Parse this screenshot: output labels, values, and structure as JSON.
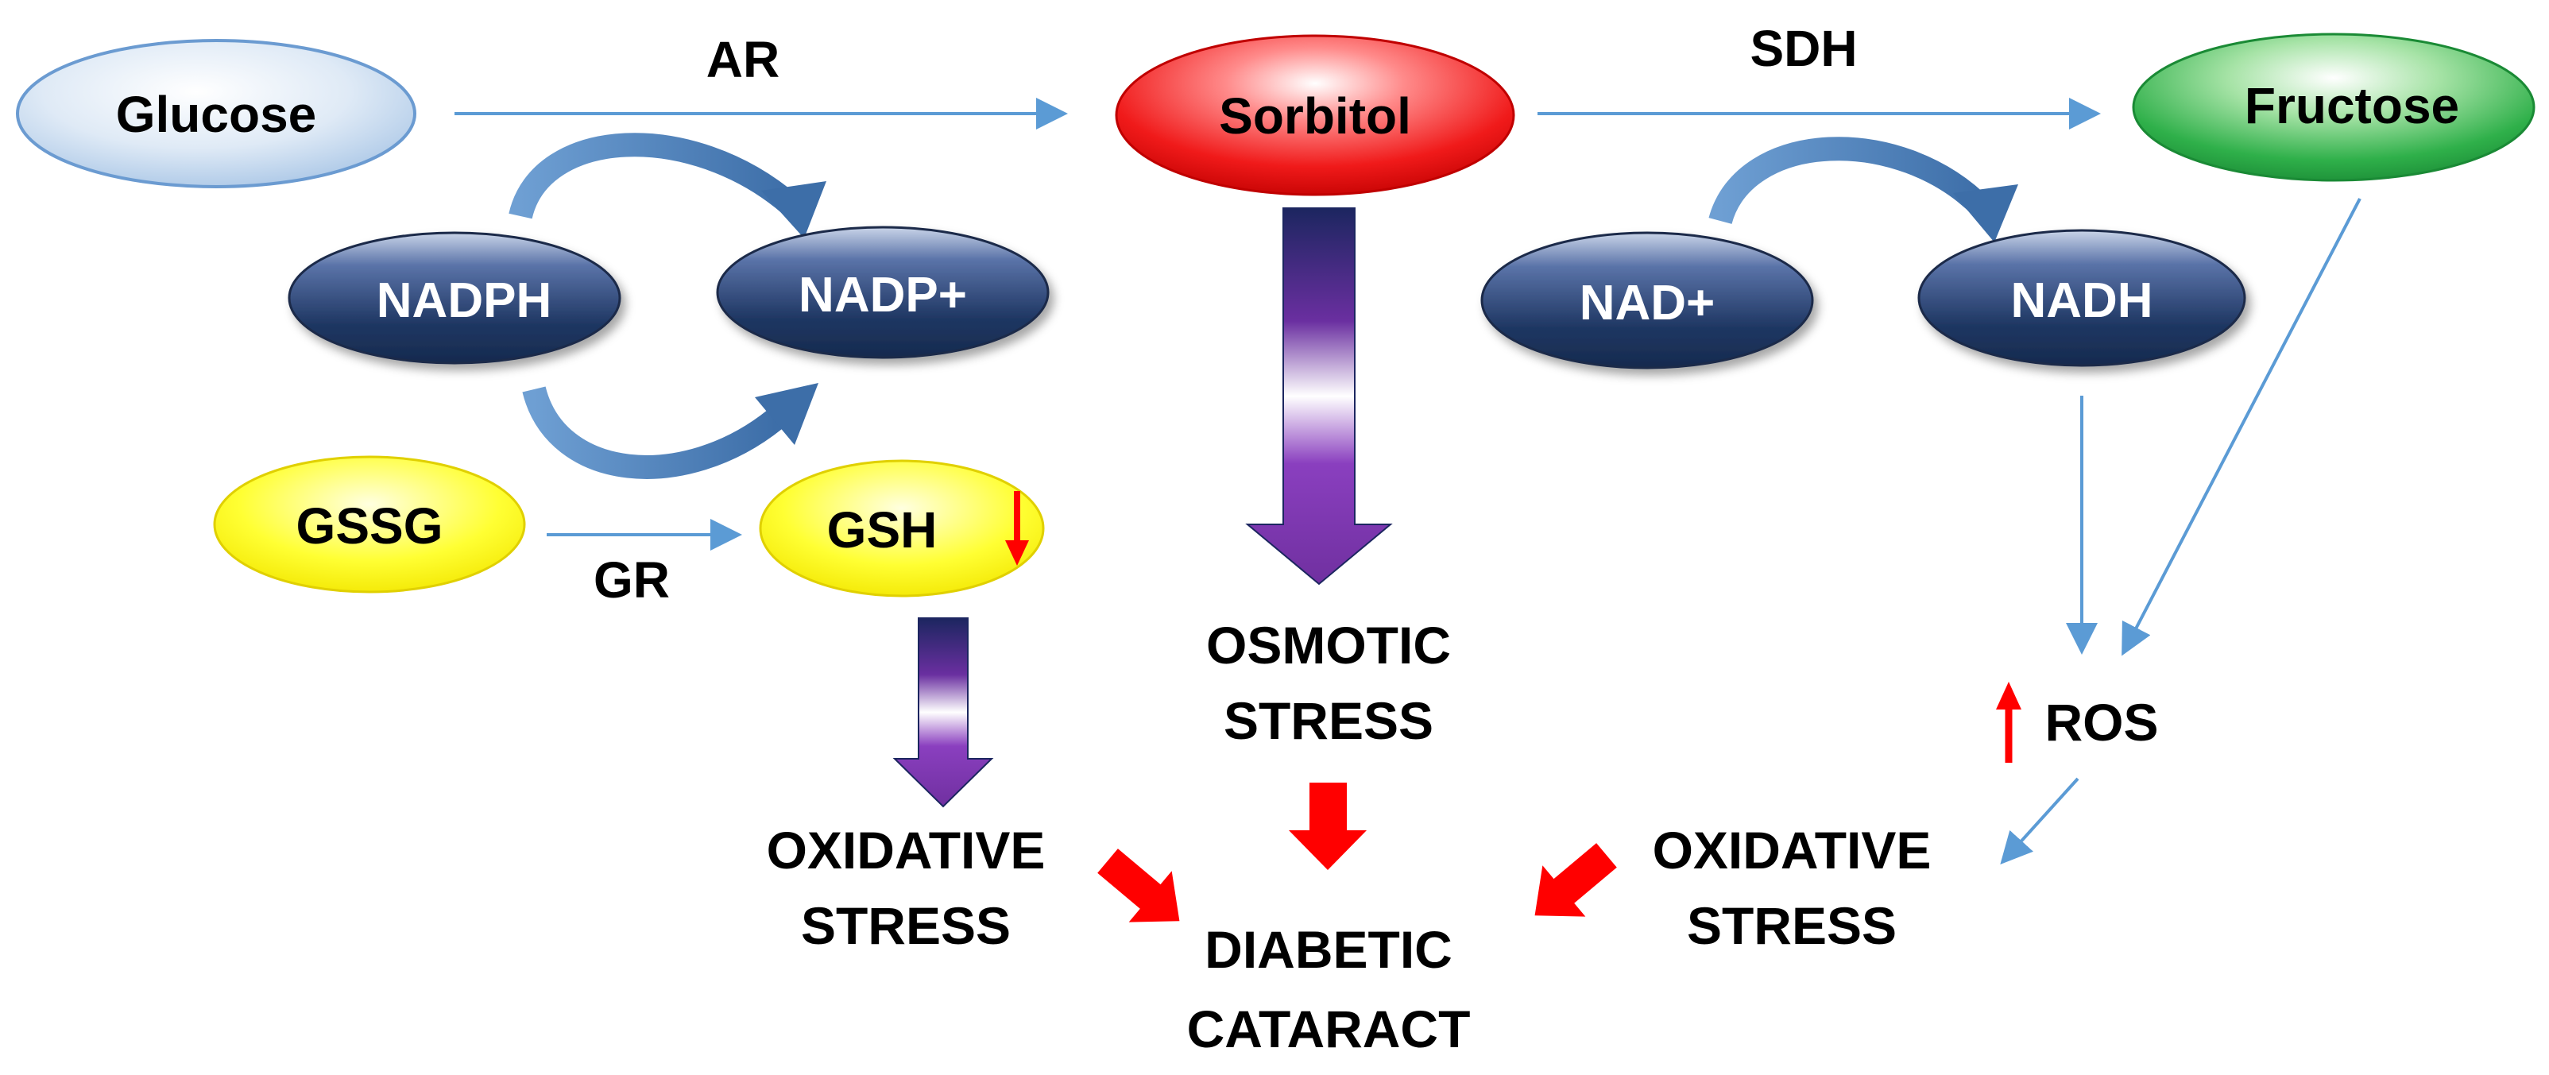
{
  "nodes": {
    "glucose": "Glucose",
    "sorbitol": "Sorbitol",
    "fructose": "Fructose",
    "nadph": "NADPH",
    "nadp_plus": "NADP+",
    "nad_plus": "NAD+",
    "nadh": "NADH",
    "gssg": "GSSG",
    "gsh": "GSH"
  },
  "enzymes": {
    "ar": "AR",
    "sdh": "SDH",
    "gr": "GR"
  },
  "outcomes": {
    "osmotic_stress_line1": "OSMOTIC",
    "osmotic_stress_line2": "STRESS",
    "oxidative_left_line1": "OXIDATIVE",
    "oxidative_left_line2": "STRESS",
    "oxidative_right_line1": "OXIDATIVE",
    "oxidative_right_line2": "STRESS",
    "ros": "ROS",
    "diabetic_line1": "DIABETIC",
    "diabetic_line2": "CATARACT"
  },
  "indicators": {
    "gsh": "decrease",
    "ros": "increase"
  },
  "colors": {
    "glucose_fill": "#dce9f6",
    "glucose_stroke": "#6b9bd1",
    "sorbitol_fill": "#e8121a",
    "fructose_fill": "#2fb04a",
    "cofactor_fill": "#1f3763",
    "gsh_fill": "#ffff00",
    "thin_arrow": "#5b9bd5",
    "curved_arrow": "#4a7fb8",
    "block_arrow_top": "#1e2a5e",
    "block_arrow_bottom": "#7030a0",
    "red_arrow": "#ff0000",
    "text": "#000000"
  }
}
